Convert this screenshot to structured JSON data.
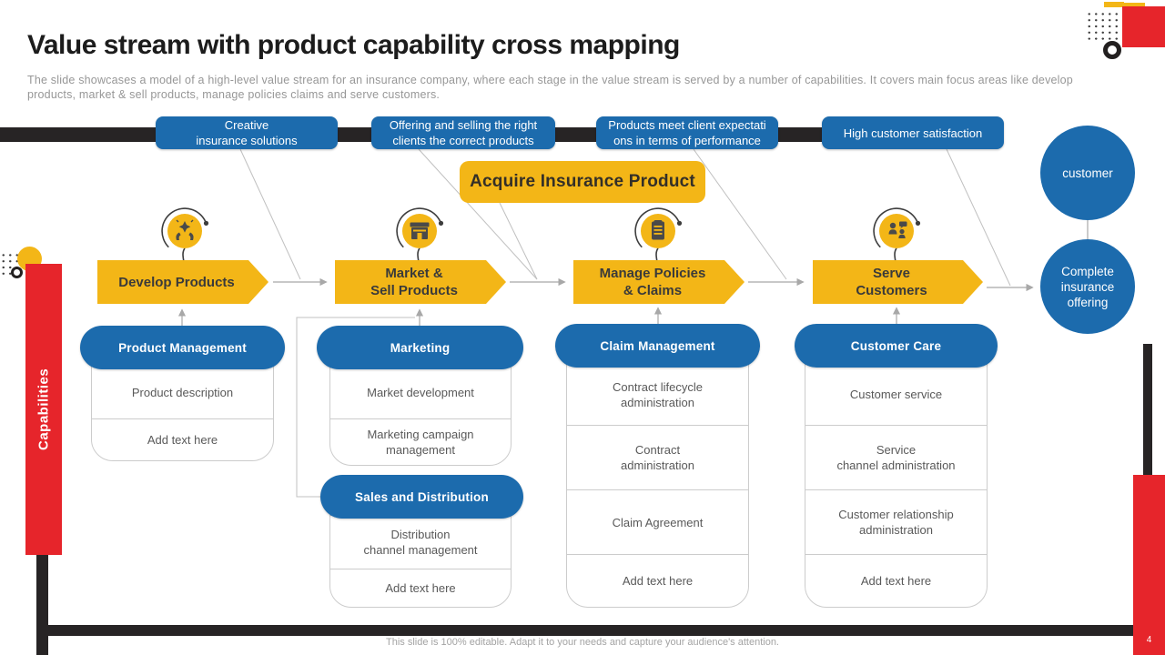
{
  "slide": {
    "title": "Value stream with product capability cross mapping",
    "description": "The slide showcases a model of a high-level value stream for an insurance company, where each stage in the value stream is served by a number of capabilities. It covers main focus areas like develop products, market & sell products, manage policies claims and serve customers.",
    "footer_note": "This slide is 100% editable. Adapt it to your needs and capture your audience's attention.",
    "page_number": "4"
  },
  "value_stream": {
    "outcomes": [
      "Creative\ninsurance solutions",
      "Offering and selling the right\nclients the correct products",
      "Products meet client expectati\nons in terms of performance",
      "High customer satisfaction"
    ],
    "acquire_banner": "Acquire Insurance Product",
    "stages": [
      {
        "label": "Develop Products",
        "icon": "idea-hands-icon"
      },
      {
        "label": "Market &\nSell Products",
        "icon": "storefront-icon"
      },
      {
        "label": "Manage Policies\n& Claims",
        "icon": "policy-document-icon"
      },
      {
        "label": "Serve\nCustomers",
        "icon": "customer-service-icon"
      }
    ],
    "customer_node": "customer",
    "result_node": "Complete\ninsurance\noffering"
  },
  "capabilities": {
    "axis_label": "Capabilities",
    "groups": [
      {
        "header": "Product Management",
        "items": [
          "Product description",
          "Add text here"
        ]
      },
      {
        "header": "Marketing",
        "items": [
          "Market development",
          "Marketing campaign\nmanagement"
        ]
      },
      {
        "header": "Sales and Distribution",
        "items": [
          "Distribution\nchannel management",
          "Add text here"
        ]
      },
      {
        "header": "Claim Management",
        "items": [
          "Contract lifecycle\nadministration",
          "Contract\nadministration",
          "Claim Agreement",
          "Add text here"
        ]
      },
      {
        "header": "Customer Care",
        "items": [
          "Customer service",
          "Service\nchannel administration",
          "Customer relationship\nadministration",
          "Add text here"
        ]
      }
    ]
  },
  "colors": {
    "blue": "#1C6BAD",
    "yellow": "#F3B617",
    "red": "#E6252B",
    "bar_black": "#272425",
    "connector_gray": "#b5b5b5"
  }
}
